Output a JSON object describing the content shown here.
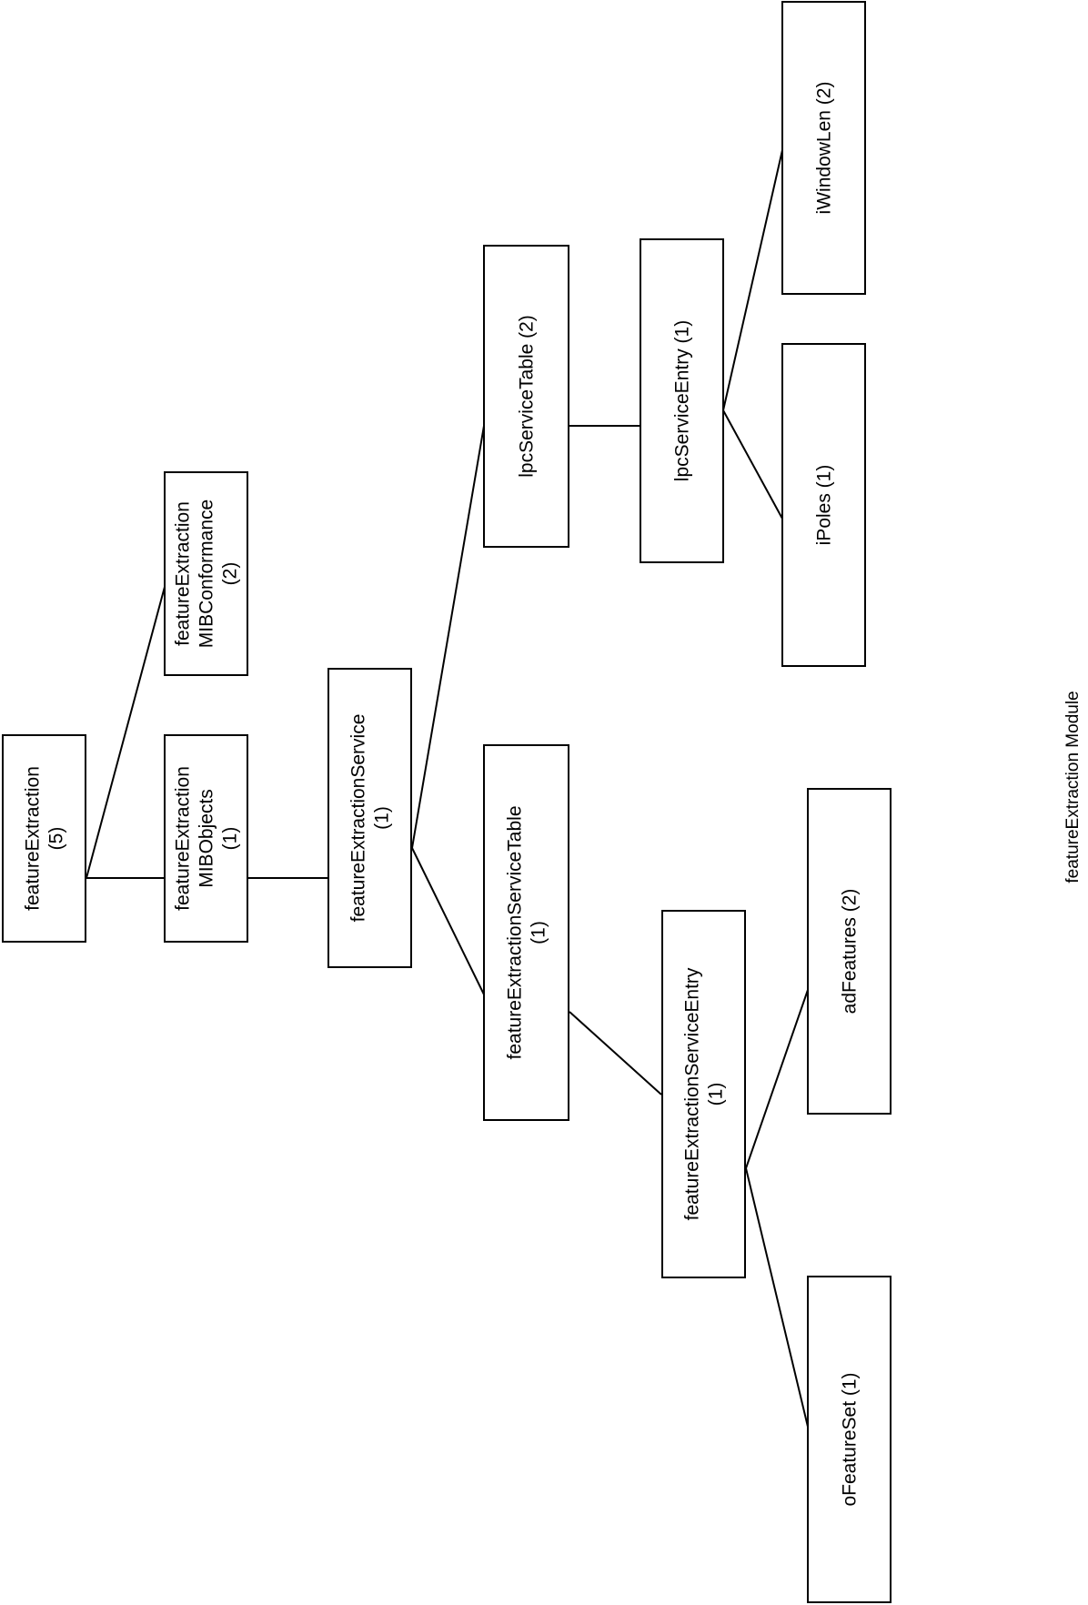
{
  "diagram": {
    "caption": "featureExtraction Module",
    "nodes": {
      "featureExtraction": {
        "lines": [
          "featureExtraction",
          "(5)"
        ]
      },
      "mibObjects": {
        "lines": [
          "featureExtraction",
          "MIBObjects",
          "(1)"
        ]
      },
      "mibConformance": {
        "lines": [
          "featureExtraction",
          "MIBConformance",
          "(2)"
        ]
      },
      "service": {
        "lines": [
          "featureExtractionService",
          "(1)"
        ]
      },
      "serviceTable": {
        "lines": [
          "featureExtractionServiceTable",
          "(1)"
        ]
      },
      "lpcServiceTable": {
        "lines": [
          "lpcServiceTable (2)"
        ]
      },
      "serviceEntry": {
        "lines": [
          "featureExtractionServiceEntry",
          "(1)"
        ]
      },
      "lpcServiceEntry": {
        "lines": [
          "lpcServiceEntry (1)"
        ]
      },
      "adFeatures": {
        "lines": [
          "adFeatures (2)"
        ]
      },
      "oFeatureSet": {
        "lines": [
          "oFeatureSet (1)"
        ]
      },
      "iPoles": {
        "lines": [
          "iPoles (1)"
        ]
      },
      "iWindowLen": {
        "lines": [
          "iWindowLen (2)"
        ]
      }
    }
  }
}
